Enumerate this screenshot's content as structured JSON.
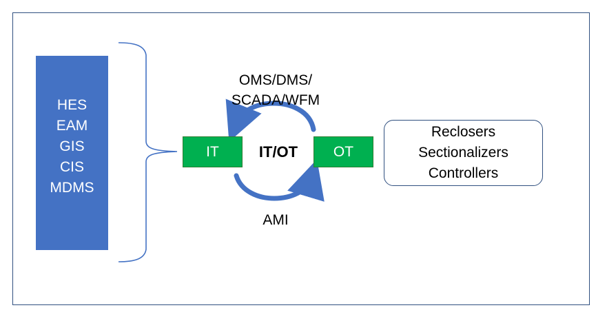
{
  "systems": [
    "HES",
    "EAM",
    "GIS",
    "CIS",
    "MDMS"
  ],
  "it_label": "IT",
  "ot_label": "OT",
  "center_label": "IT/OT",
  "top_label_line1": "OMS/DMS/",
  "top_label_line2": "SCADA/WFM",
  "bottom_label": "AMI",
  "devices": [
    "Reclosers",
    "Sectionalizers",
    "Controllers"
  ],
  "colors": {
    "systems_fill": "#4472c4",
    "green_fill": "#00b050",
    "arrow": "#4472c4",
    "outline": "#2f4f7f"
  }
}
